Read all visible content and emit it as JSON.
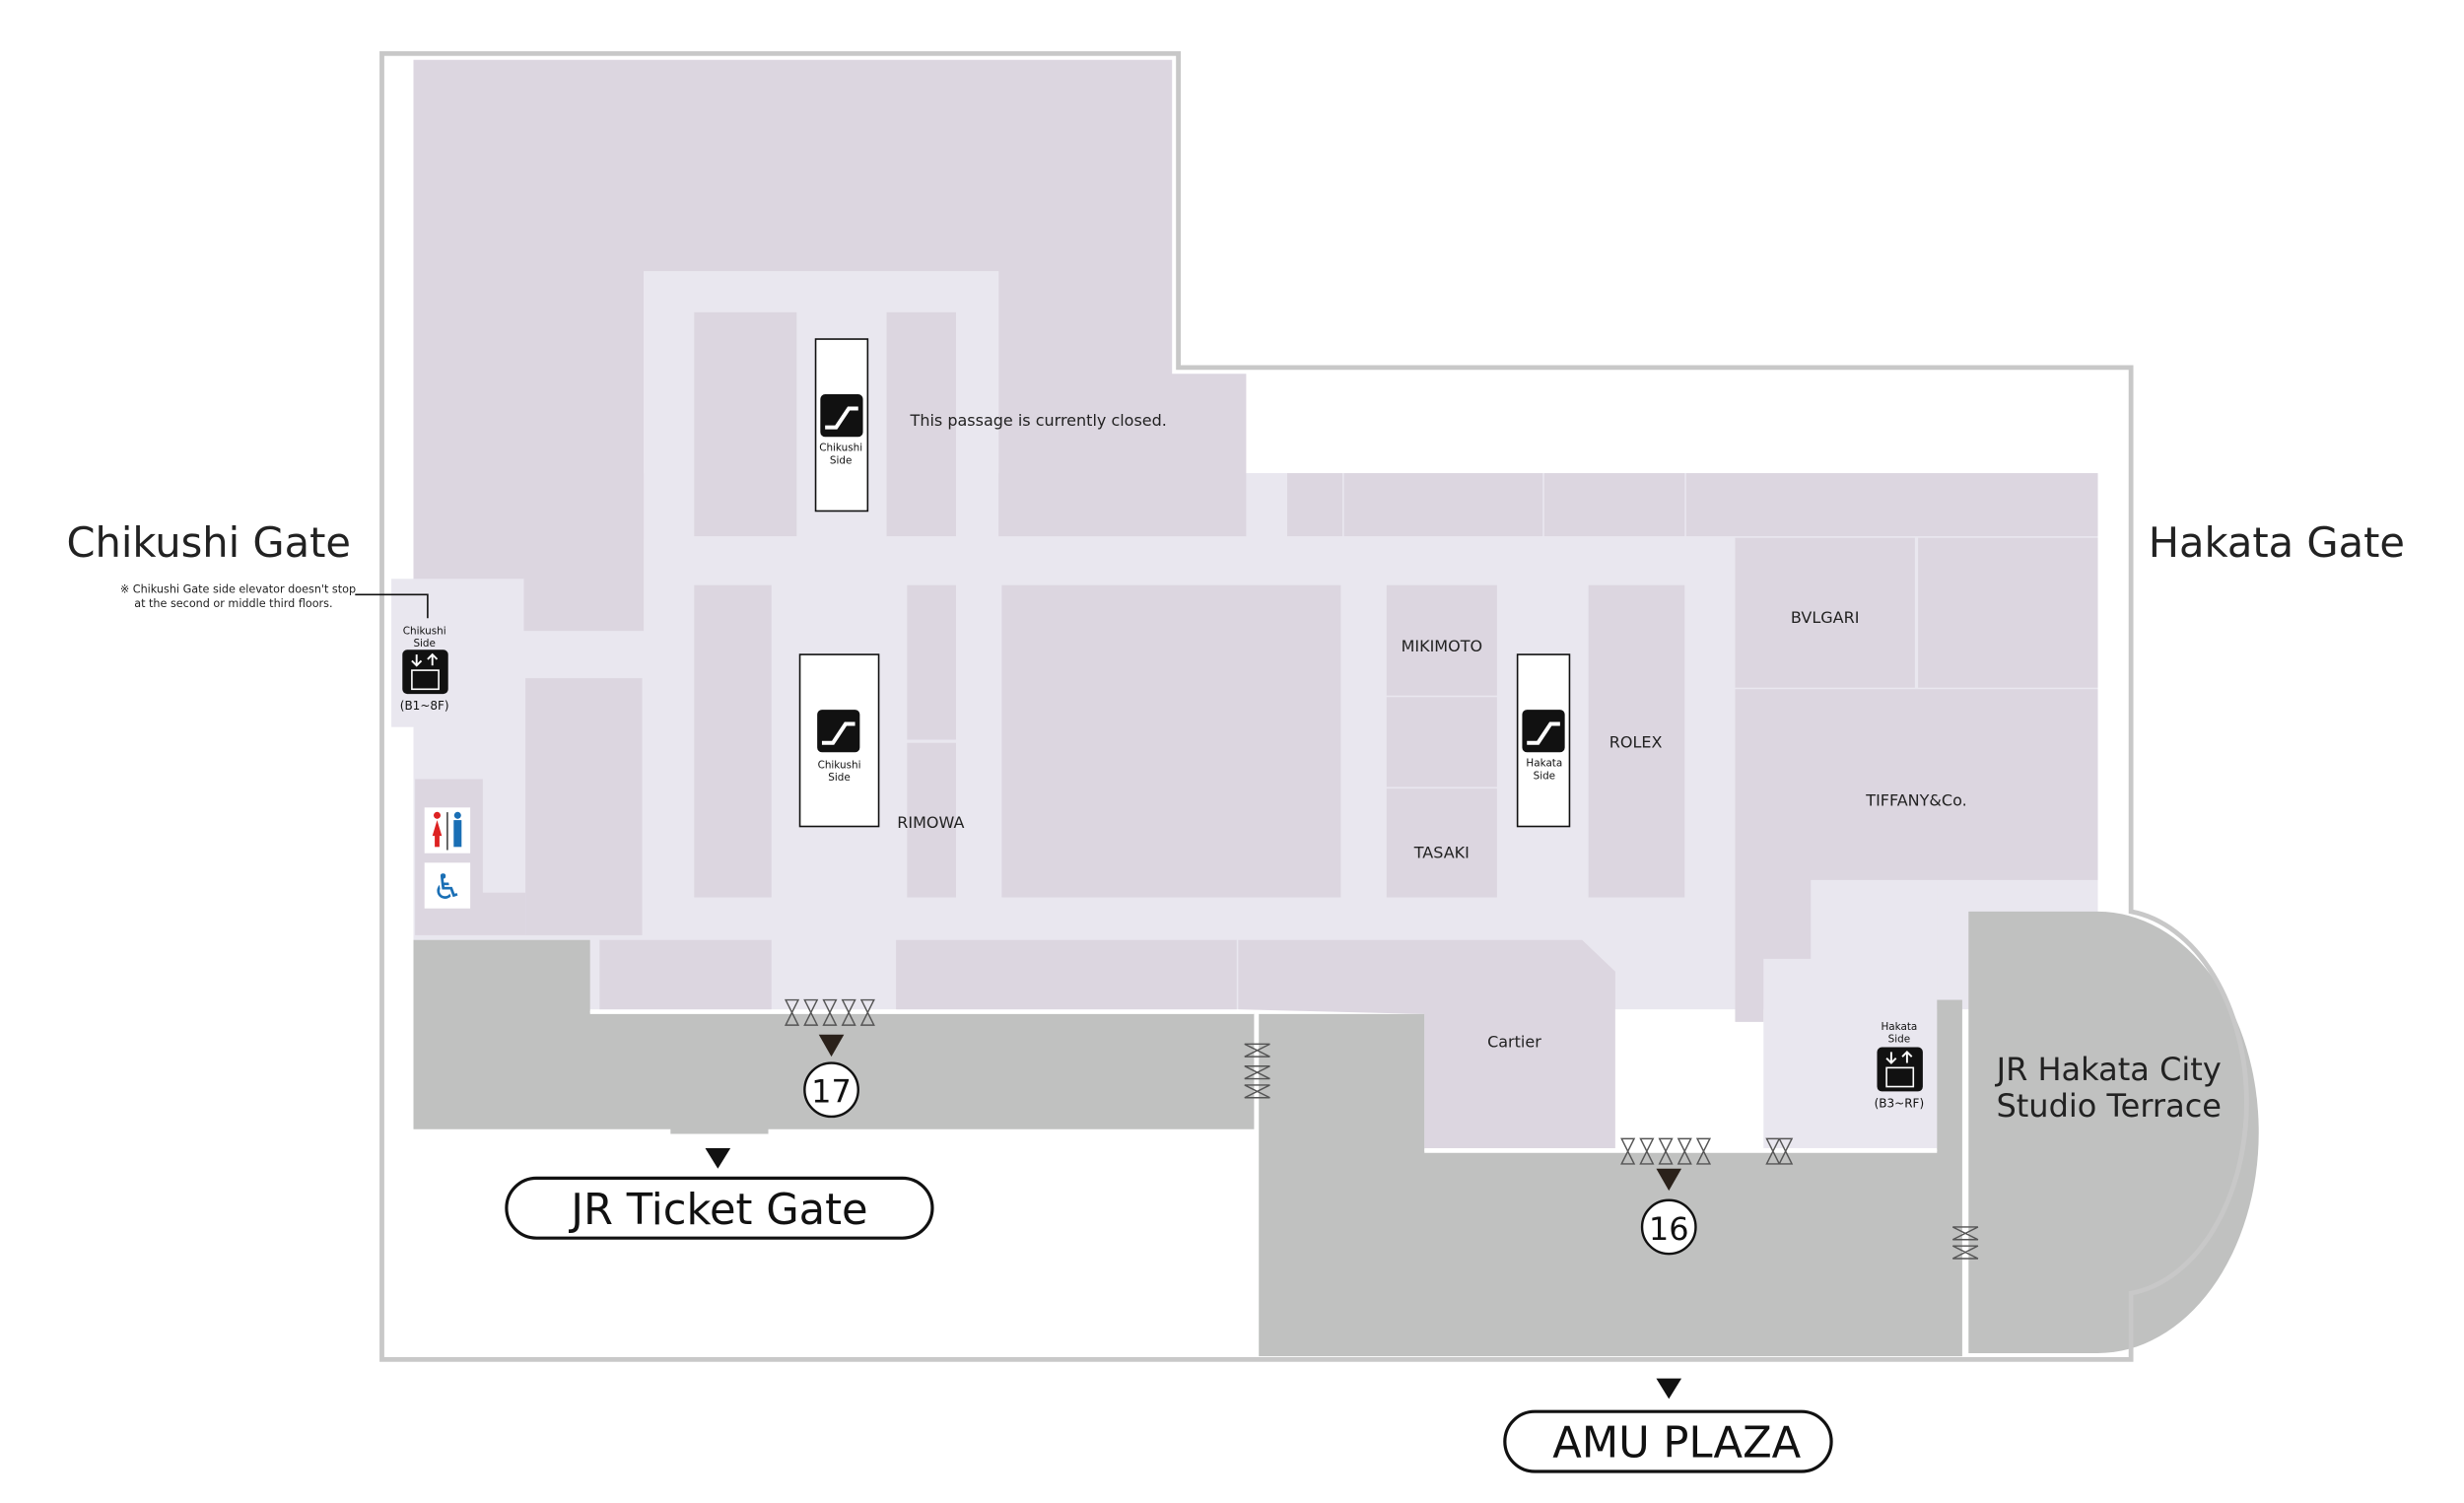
{
  "colors": {
    "shop": "#dcd6e0",
    "corridor": "#e9e7ef",
    "gray_area": "#c0c1c0",
    "outline": "#c8c8c8"
  },
  "gates": {
    "left": "Chikushi Gate",
    "right": "Hakata Gate"
  },
  "note": "※ Chikushi Gate side elevator doesn't stop",
  "note_line2": "at the second or middle third floors.",
  "passage_closed": "This passage is currently closed.",
  "shops": {
    "mikimoto": "MIKIMOTO",
    "tasaki": "TASAKI",
    "rolex": "ROLEX",
    "rimowa": "RIMOWA",
    "bvlgari": "BVLGARI",
    "tiffany": "TIFFANY&Co.",
    "cartier": "Cartier"
  },
  "escalators": [
    {
      "line1": "Chikushi",
      "line2": "Side"
    },
    {
      "line1": "Chikushi",
      "line2": "Side"
    },
    {
      "line1": "Hakata",
      "line2": "Side"
    }
  ],
  "elevators": [
    {
      "line1": "Chikushi",
      "line2": "Side",
      "floors": "(B1~8F)"
    },
    {
      "line1": "Hakata",
      "line2": "Side",
      "floors": "(B3~RF)"
    }
  ],
  "exits": {
    "exit17": "17",
    "exit16": "16"
  },
  "terrace": {
    "line1": "JR Hakata City",
    "line2": "Studio Terrace"
  },
  "destinations": {
    "ticket_gate": "JR Ticket Gate",
    "amu_plaza": "AMU PLAZA"
  }
}
